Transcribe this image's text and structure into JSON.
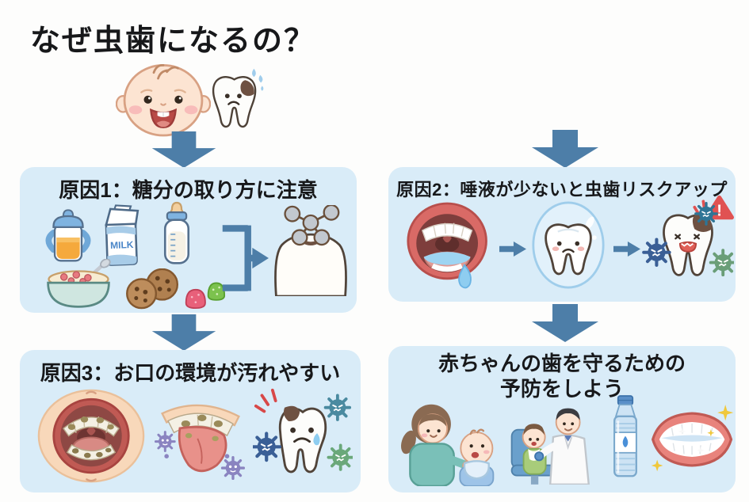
{
  "title": "なぜ虫歯になるの？",
  "sections": {
    "cause1": {
      "title": "原因1：糖分の取り方に注意",
      "milk_label": "MILK"
    },
    "cause2": {
      "title": "原因2：唾液が少ないと虫歯リスクアップ",
      "warning_mark": "!"
    },
    "cause3": {
      "title": "原因3：お口の環境が汚れやすい"
    },
    "prevention": {
      "title": "赤ちゃんの歯を守るための\n予防をしよう"
    }
  },
  "icons": {
    "hero": [
      "baby-face-icon",
      "decayed-tooth-icon",
      "down-arrow-icon"
    ],
    "cause1": [
      "sippy-cup-icon",
      "milk-carton-icon",
      "baby-bottle-icon",
      "cereal-bowl-icon",
      "cookies-icon",
      "gummies-icon",
      "bracket-arrow-icon",
      "sugar-molecule-tooth-icon"
    ],
    "cause2": [
      "drooling-mouth-icon",
      "right-arrow-icon",
      "tooth-in-saliva-bubble-icon",
      "germ-attacked-tooth-icon",
      "warning-triangle-icon"
    ],
    "cause3": [
      "plaque-mouth-icon",
      "plaque-tongue-icon",
      "crying-tooth-with-germs-icon"
    ],
    "prevention": [
      "mother-brushing-baby-icon",
      "dentist-with-child-icon",
      "water-bottle-icon",
      "sparkling-mouth-icon"
    ]
  },
  "colors": {
    "arrow_blue": "#4d7ea8",
    "panel_blue": "#d9ecf8",
    "warning_red": "#e05252",
    "milk_blue": "#4a86c8",
    "germ_teal": "#2e7596",
    "germ_navy": "#3a5f96",
    "germ_green": "#6a9e78",
    "germ_purple": "#8a84c0",
    "saliva_blue": "#8ecdf0",
    "cavity_brown": "#6e5142",
    "skin": "#fce4d2",
    "lip_red": "#d96a66"
  }
}
